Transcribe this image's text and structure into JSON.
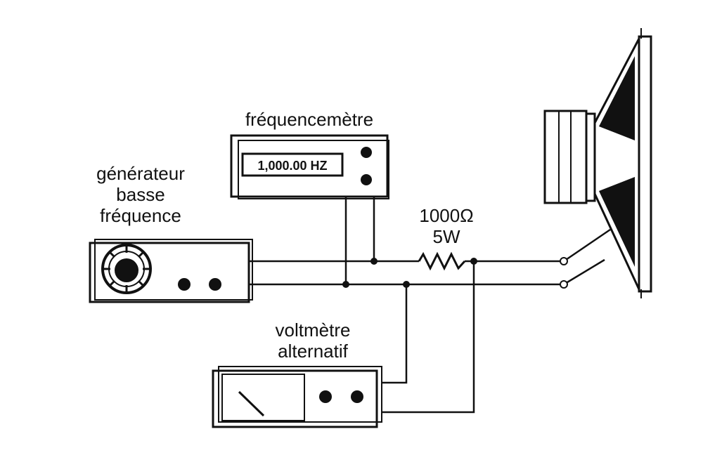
{
  "labels": {
    "generator": [
      "générateur",
      "basse",
      "fréquence"
    ],
    "frequency_meter": "fréquencemètre",
    "voltmeter": [
      "voltmètre",
      "alternatif"
    ],
    "resistor": [
      "1000Ω",
      "5W"
    ]
  },
  "frequency_meter_display": "1,000.00 HZ",
  "colors": {
    "ink": "#111111",
    "paper": "#ffffff"
  }
}
